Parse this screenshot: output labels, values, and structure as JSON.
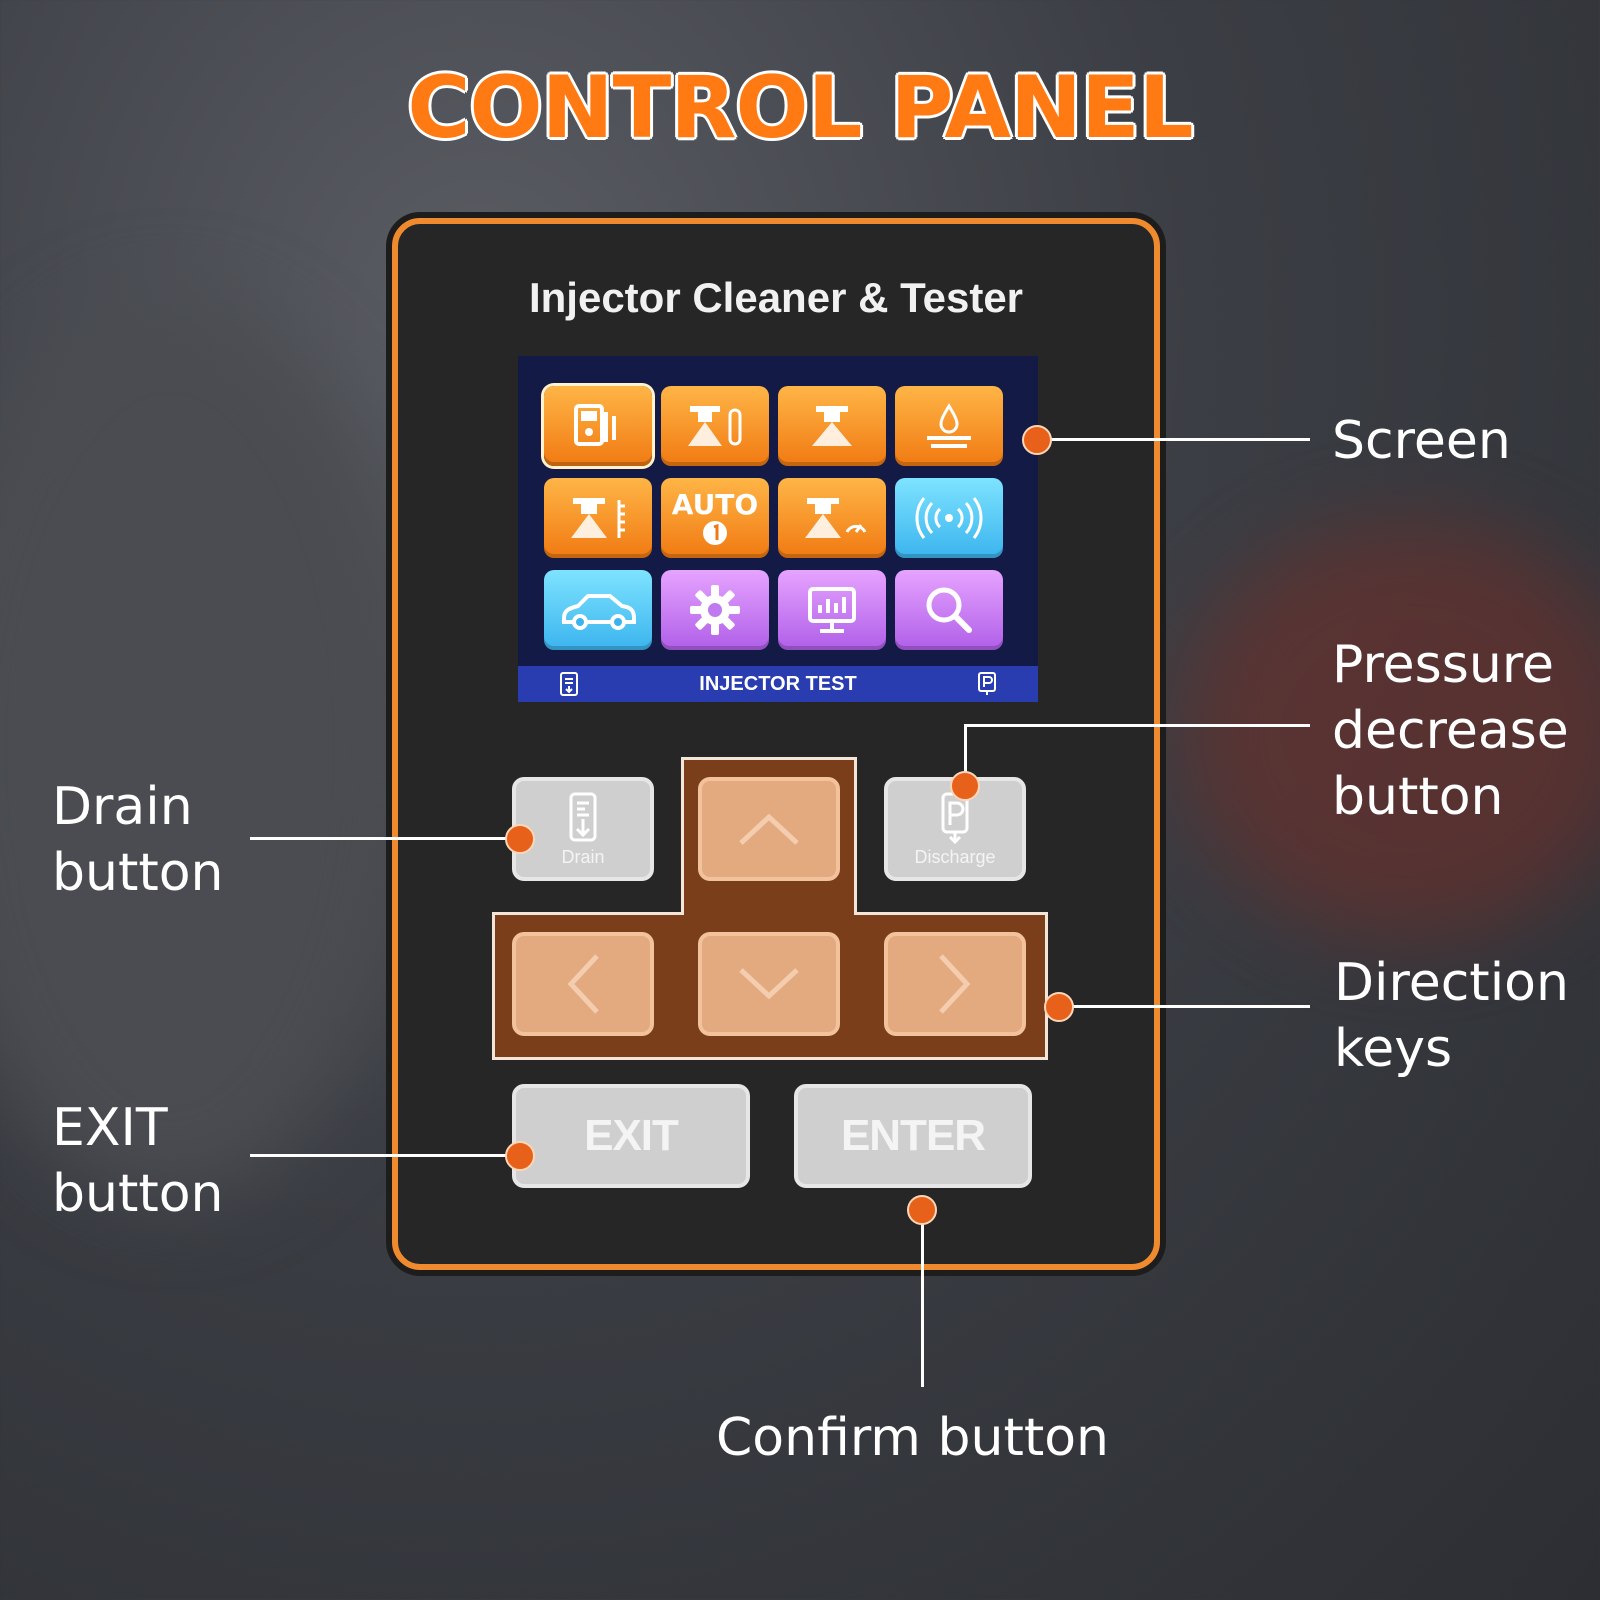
{
  "header": {
    "title": "CONTROL PANEL"
  },
  "device": {
    "title": "Injector Cleaner & Tester",
    "screen": {
      "status_text": "INJECTOR TEST",
      "tiles": [
        {
          "icon": "fuel-tester-icon",
          "color": "orange"
        },
        {
          "icon": "injector-tube-icon",
          "color": "orange"
        },
        {
          "icon": "injector-spray-icon",
          "color": "orange"
        },
        {
          "icon": "drop-level-icon",
          "color": "orange"
        },
        {
          "icon": "injector-measure-icon",
          "color": "orange"
        },
        {
          "icon": "auto-icon",
          "color": "orange",
          "text": "AUTO"
        },
        {
          "icon": "injector-gauge-icon",
          "color": "orange"
        },
        {
          "icon": "ultrasonic-icon",
          "color": "blue"
        },
        {
          "icon": "car-icon",
          "color": "blue"
        },
        {
          "icon": "gear-icon",
          "color": "violet"
        },
        {
          "icon": "monitor-chart-icon",
          "color": "violet"
        },
        {
          "icon": "search-icon",
          "color": "violet"
        }
      ]
    },
    "buttons": {
      "drain": "Drain",
      "discharge": "Discharge",
      "exit": "EXIT",
      "enter": "ENTER"
    }
  },
  "callouts": {
    "screen": "Screen",
    "pressure_decrease": [
      "Pressure",
      "decrease",
      "button"
    ],
    "drain": [
      "Drain",
      "button"
    ],
    "direction": [
      "Direction",
      "keys"
    ],
    "exit": [
      "EXIT",
      "button"
    ],
    "confirm": "Confirm button"
  },
  "colors": {
    "accent": "#ff7a12",
    "frame": "#f08a2e",
    "dot": "#e8611a"
  }
}
